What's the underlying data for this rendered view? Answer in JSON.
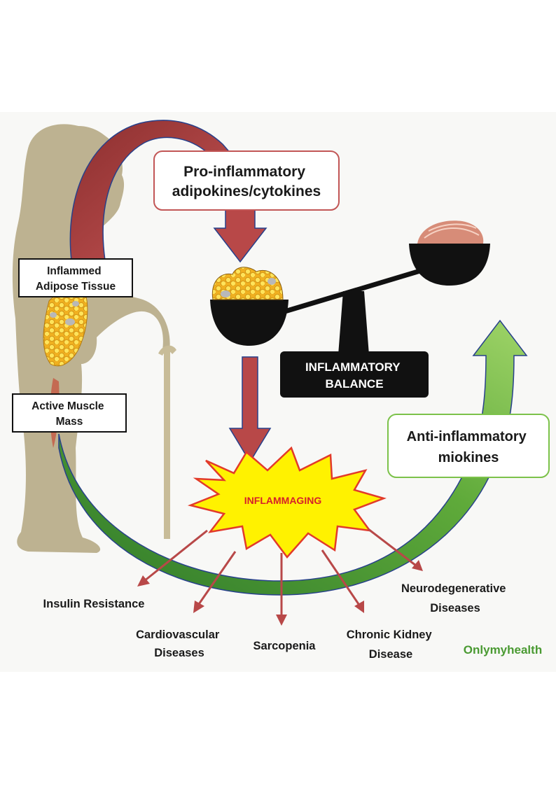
{
  "labels": {
    "pro_inflammatory": [
      "Pro-inflammatory",
      "adipokines/cytokines"
    ],
    "inflamed_adipose": [
      "Inflammed",
      "Adipose Tissue"
    ],
    "active_muscle": [
      "Active Muscle",
      "Mass"
    ],
    "balance": [
      "INFLAMMATORY",
      "BALANCE"
    ],
    "anti_inflammatory": [
      "Anti-inflammatory",
      "miokines"
    ],
    "inflammaging": "INFLAMMAGING"
  },
  "diseases": {
    "insulin": [
      "Insulin Resistance"
    ],
    "cardio": [
      "Cardiovascular",
      "Diseases"
    ],
    "sarcopenia": [
      "Sarcopenia"
    ],
    "kidney": [
      "Chronic Kidney",
      "Disease"
    ],
    "neuro": [
      "Neurodegenerative",
      "Diseases"
    ]
  },
  "brand": "Onlymyhealth",
  "colors": {
    "pro_arrow": "#b84848",
    "anti_arrow": "#7cc24a",
    "dark_green": "#3f8a30",
    "starburst_fill": "#fff200",
    "starburst_stroke": "#e23a2a",
    "inflammaging_text": "#d6202a",
    "figure": "#bdb291",
    "scale": "#111111",
    "brand": "#4a9a32"
  }
}
